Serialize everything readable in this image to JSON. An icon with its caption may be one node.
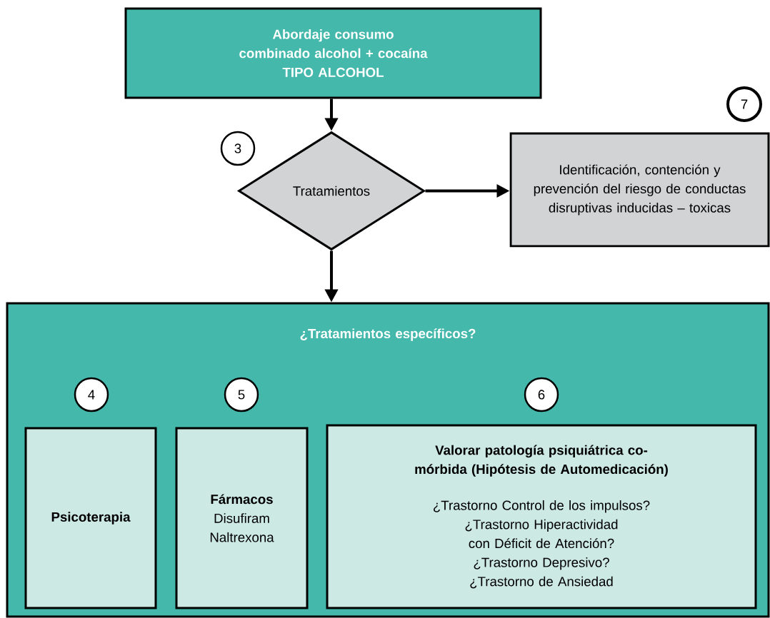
{
  "diagram": {
    "nodes": [
      {
        "text": [
          "Abordaje consumo combinado alcohol + cocaína",
          "TIPO ALCOHOL"
        ]
      },
      {
        "text": [
          "3"
        ]
      },
      {
        "text": [
          "Tratamientos"
        ]
      },
      {
        "text": [
          "7"
        ]
      },
      {
        "text": [
          "Identificación, contención y prevención del riesgo de conductas disruptivas inducidas – toxicas"
        ]
      },
      {
        "text": [
          "¿Tratamientos específicos?"
        ]
      },
      {
        "text": [
          "4"
        ],
        "in": 5
      },
      {
        "text": [
          "5"
        ],
        "in": 5
      },
      {
        "text": [
          "6"
        ],
        "in": 5
      },
      {
        "text": [
          "Psicoterapia"
        ],
        "in": 5
      },
      {
        "text": [
          "Fármacos",
          "Disufiram Naltrexona"
        ],
        "in": 5
      },
      {
        "text": [
          "Valorar patología psiquiátrica co-mórbida (Hipótesis de Automedicación)",
          "¿Trastorno Control de los impulsos?",
          "¿Trastorno Hiperactividad con Déficit de Atención?",
          "¿Trastorno Depresivo?",
          "¿Trastorno de Ansiedad"
        ],
        "in": 5
      }
    ],
    "edges": [
      {
        "from": 0,
        "to": 2,
        "arrow": "to"
      },
      {
        "from": 2,
        "to": 4,
        "arrow": "to"
      },
      {
        "from": 2,
        "to": 5,
        "arrow": "to"
      }
    ]
  }
}
